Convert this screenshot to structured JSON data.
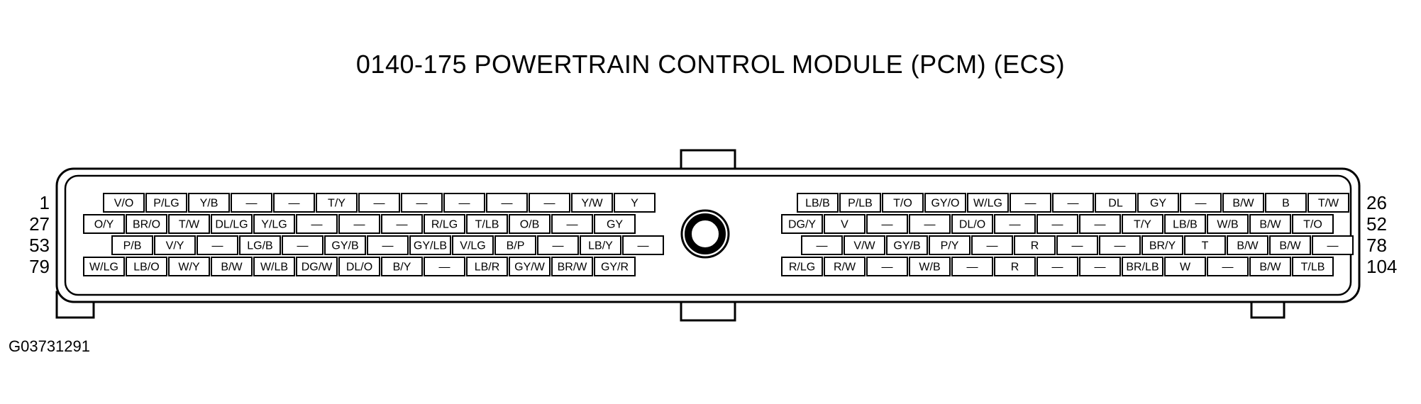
{
  "title": "0140-175 POWERTRAIN CONTROL MODULE (PCM) (ECS)",
  "figure_id": "G03731291",
  "row_numbers_left": [
    "1",
    "27",
    "53",
    "79"
  ],
  "row_numbers_right": [
    "26",
    "52",
    "78",
    "104"
  ],
  "left_rows": [
    [
      "V/O",
      "P/LG",
      "Y/B",
      "—",
      "—",
      "T/Y",
      "—",
      "—",
      "—",
      "—",
      "—",
      "Y/W",
      "Y"
    ],
    [
      "O/Y",
      "BR/O",
      "T/W",
      "DL/LG",
      "Y/LG",
      "—",
      "—",
      "—",
      "R/LG",
      "T/LB",
      "O/B",
      "—",
      "GY"
    ],
    [
      "P/B",
      "V/Y",
      "—",
      "LG/B",
      "—",
      "GY/B",
      "—",
      "GY/LB",
      "V/LG",
      "B/P",
      "—",
      "LB/Y",
      "—"
    ],
    [
      "W/LG",
      "LB/O",
      "W/Y",
      "B/W",
      "W/LB",
      "DG/W",
      "DL/O",
      "B/Y",
      "—",
      "LB/R",
      "GY/W",
      "BR/W",
      "GY/R"
    ]
  ],
  "right_rows": [
    [
      "LB/B",
      "P/LB",
      "T/O",
      "GY/O",
      "W/LG",
      "—",
      "—",
      "DL",
      "GY",
      "—",
      "B/W",
      "B",
      "T/W"
    ],
    [
      "DG/Y",
      "V",
      "—",
      "—",
      "DL/O",
      "—",
      "—",
      "—",
      "T/Y",
      "LB/B",
      "W/B",
      "B/W",
      "T/O"
    ],
    [
      "—",
      "V/W",
      "GY/B",
      "P/Y",
      "—",
      "R",
      "—",
      "—",
      "BR/Y",
      "T",
      "B/W",
      "B/W",
      "—"
    ],
    [
      "R/LG",
      "R/W",
      "—",
      "W/B",
      "—",
      "R",
      "—",
      "—",
      "BR/LB",
      "W",
      "—",
      "B/W",
      "T/LB"
    ]
  ]
}
